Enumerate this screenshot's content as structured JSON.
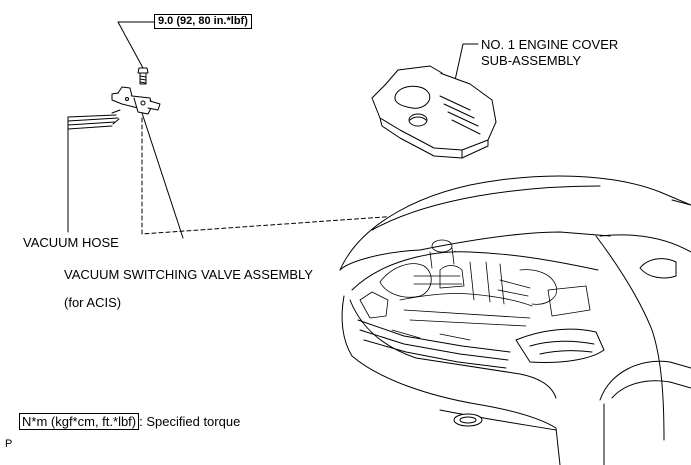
{
  "torque_callout": "9.0 (92, 80 in.*lbf)",
  "labels": {
    "engine_cover": "NO. 1 ENGINE COVER",
    "engine_cover_2": "SUB-ASSEMBLY",
    "vacuum_hose": "VACUUM HOSE",
    "vsv": "VACUUM SWITCHING VALVE ASSEMBLY",
    "vsv_note": "(for ACIS)"
  },
  "legend": {
    "unit": "N*m (kgf*cm, ft.*lbf)",
    "text": ": Specified torque"
  },
  "corner_mark": "P"
}
